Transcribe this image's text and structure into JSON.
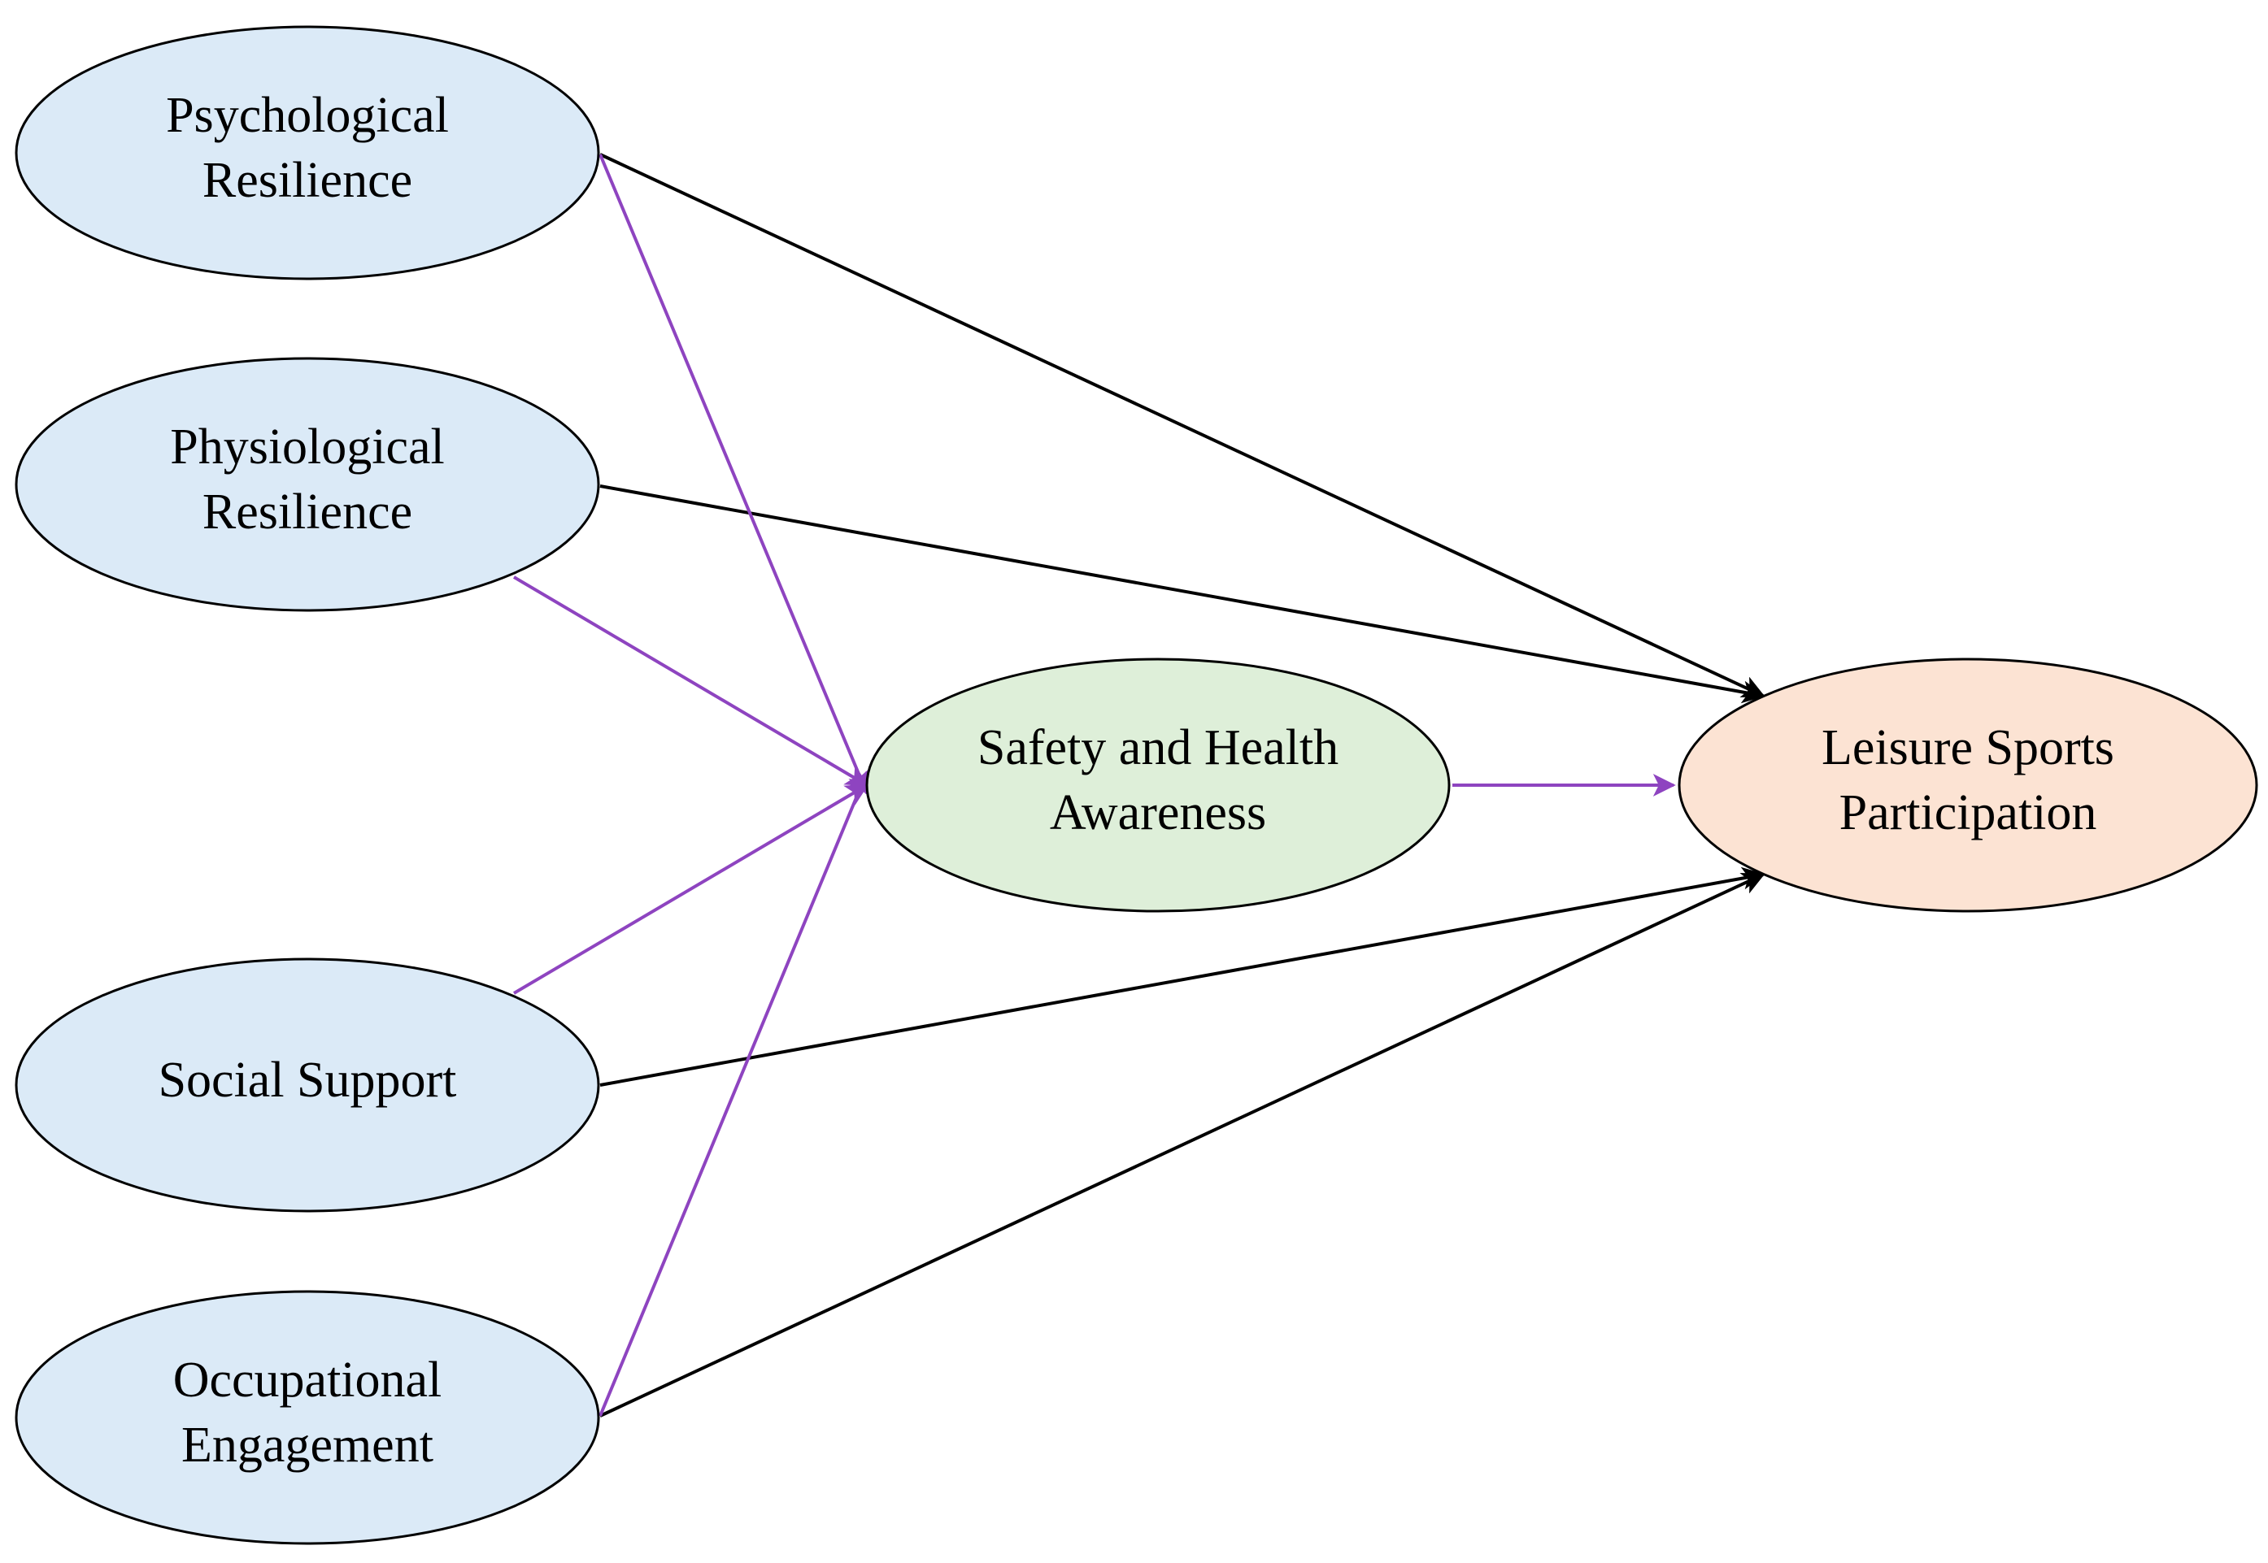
{
  "diagram": {
    "colors": {
      "predictor_fill": "#dbeaf7",
      "mediator_fill": "#deefd9",
      "outcome_fill": "#fce3d3",
      "direct_edge": "#000000",
      "mediated_edge": "#8e44c0"
    },
    "nodes": [
      {
        "id": "psychological",
        "lines": [
          "Psychological",
          "Resilience"
        ],
        "role": "predictor"
      },
      {
        "id": "physiological",
        "lines": [
          "Physiological",
          "Resilience"
        ],
        "role": "predictor"
      },
      {
        "id": "social",
        "lines": [
          "Social Support"
        ],
        "role": "predictor"
      },
      {
        "id": "occupational",
        "lines": [
          "Occupational",
          "Engagement"
        ],
        "role": "predictor"
      },
      {
        "id": "safety",
        "lines": [
          "Safety and Health",
          "Awareness"
        ],
        "role": "mediator"
      },
      {
        "id": "leisure",
        "lines": [
          "Leisure Sports",
          "Participation"
        ],
        "role": "outcome"
      }
    ],
    "edges": [
      {
        "from": "psychological",
        "to": "leisure",
        "kind": "direct"
      },
      {
        "from": "physiological",
        "to": "leisure",
        "kind": "direct"
      },
      {
        "from": "social",
        "to": "leisure",
        "kind": "direct"
      },
      {
        "from": "occupational",
        "to": "leisure",
        "kind": "direct"
      },
      {
        "from": "psychological",
        "to": "safety",
        "kind": "mediated"
      },
      {
        "from": "physiological",
        "to": "safety",
        "kind": "mediated"
      },
      {
        "from": "social",
        "to": "safety",
        "kind": "mediated"
      },
      {
        "from": "occupational",
        "to": "safety",
        "kind": "mediated"
      },
      {
        "from": "safety",
        "to": "leisure",
        "kind": "mediated"
      }
    ]
  }
}
